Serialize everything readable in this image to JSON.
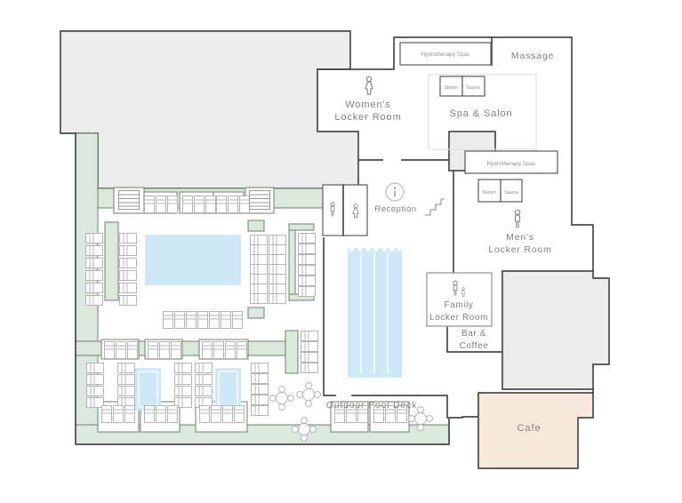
{
  "rooms": {
    "hydrotherapy_top": "Hydrotherapy Spas",
    "massage": "Massage",
    "steam_top": "Steam",
    "sauna_top": "Sauna",
    "womens_line1": "Women's",
    "womens_line2": "Locker Room",
    "spa_salon": "Spa & Salon",
    "reception": "Reception",
    "hydrotherapy_right": "Hydrotherapy Spas",
    "steam_right": "Steam",
    "sauna_right": "Sauna",
    "mens_line1": "Men's",
    "mens_line2": "Locker Room",
    "family_line1": "Family",
    "family_line2": "Locker Room",
    "bar_line1": "Bar &",
    "bar_line2": "Coffee",
    "outdoor_deck": "Outdoor Pool Deck",
    "cafe": "Cafe"
  },
  "icons": {
    "womens_locker": "female-icon",
    "mens_locker": "male-icon",
    "family_locker": "family-icon",
    "reception": "info-icon",
    "restroom_male": "male-restroom-icon",
    "restroom_female": "female-restroom-icon",
    "stairs": "stairs-icon"
  },
  "colors": {
    "wall": "#4a4a4a",
    "building_fill": "#ececec",
    "deck_green": "#dbe9dd",
    "pool_blue": "#cde8f6",
    "cafe_fill": "#f7e9da",
    "label_text": "#818181"
  }
}
